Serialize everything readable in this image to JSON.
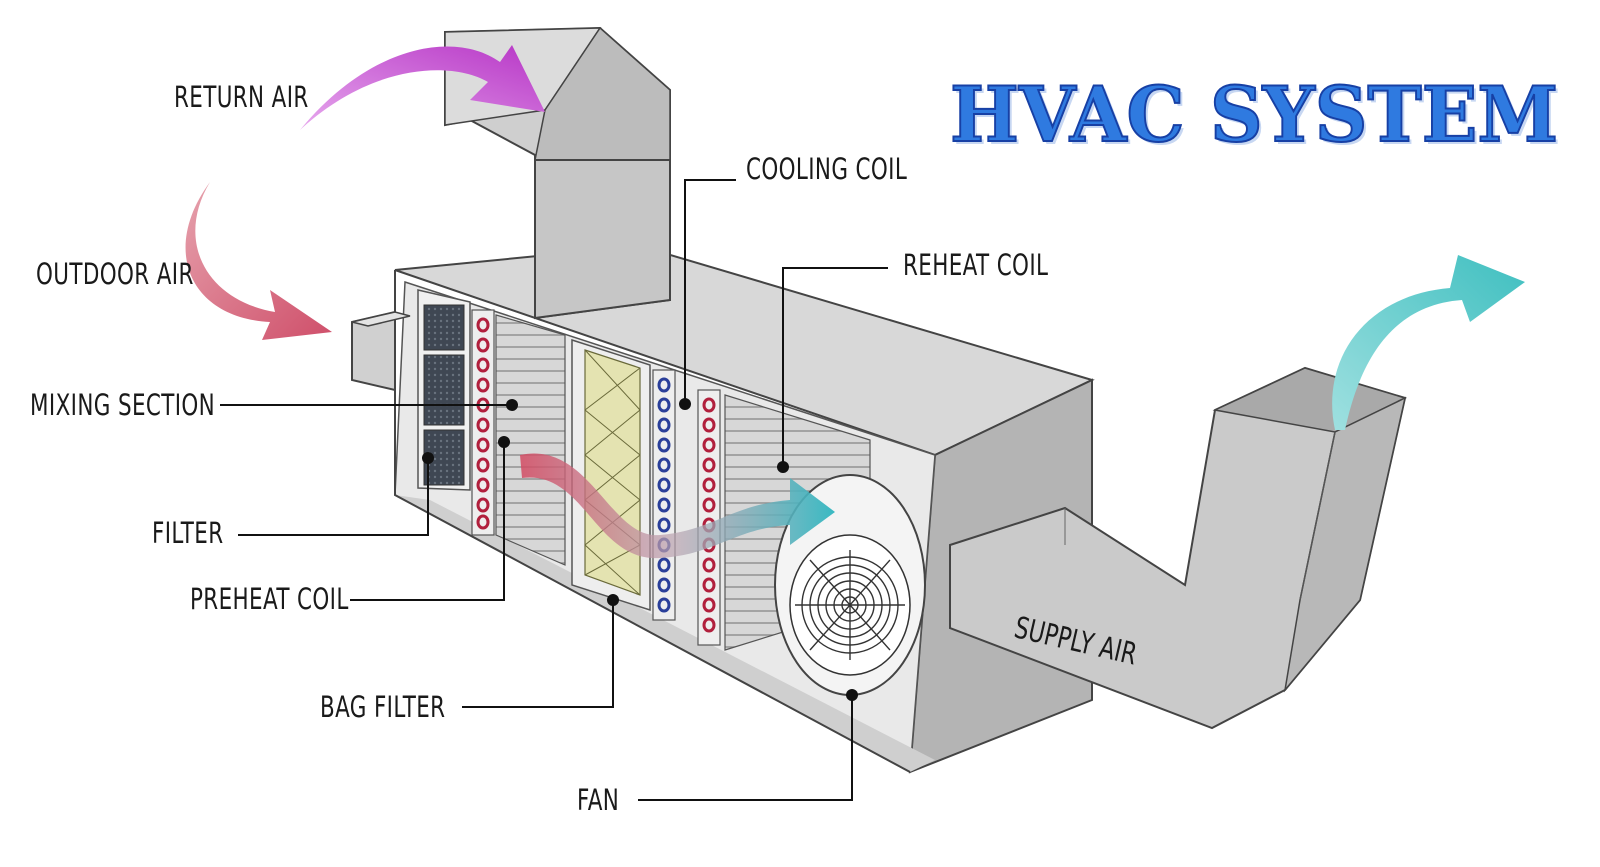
{
  "title": "HVAC SYSTEM",
  "labels": {
    "return_air": "RETURN AIR",
    "outdoor_air": "OUTDOOR AIR",
    "mixing_section": "MIXING SECTION",
    "filter": "FILTER",
    "preheat_coil": "PREHEAT COIL",
    "bag_filter": "BAG FILTER",
    "fan": "FAN",
    "cooling_coil": "COOLING COIL",
    "reheat_coil": "REHEAT COIL",
    "supply_air": "SUPPLY AIR"
  },
  "colors": {
    "title": "#2f7ae0",
    "return_air_arrow": "#c24fcf",
    "outdoor_air_arrow": "#d25a73",
    "supply_air_arrow": "#4ec6c6",
    "duct": "#c9c9c9"
  }
}
